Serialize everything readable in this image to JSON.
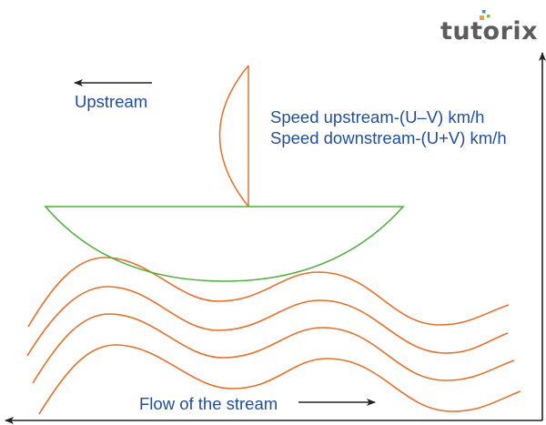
{
  "logo": {
    "text": "tutorix",
    "dot_colors": [
      "#f4a03a",
      "#3b8fd4",
      "#7cc242"
    ]
  },
  "labels": {
    "upstream": "Upstream",
    "speed_upstream": "Speed upstream-(U–V) km/h",
    "speed_downstream": "Speed downstream-(U+V) km/h",
    "flow": "Flow of the stream"
  },
  "colors": {
    "text": "#1f4e9c",
    "sail": "#e8702a",
    "hull": "#4caf3a",
    "waves": "#e8702a",
    "arrows": "#222222"
  },
  "wave_count": 4
}
